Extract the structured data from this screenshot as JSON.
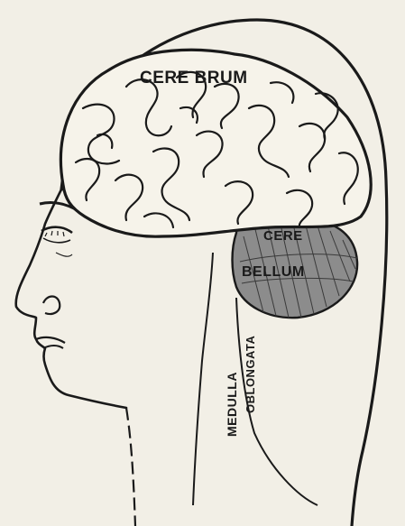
{
  "labels": {
    "cerebrum": "CERE BRUM",
    "cerebellum_top": "CERE",
    "cerebellum_bottom": "BELLUM",
    "medulla": "MEDULLA",
    "oblongata": "OBLONGATA"
  },
  "colors": {
    "background": "#f2efe6",
    "ink": "#1a1a1a",
    "cerebellum_fill": "#8c8c8c"
  }
}
